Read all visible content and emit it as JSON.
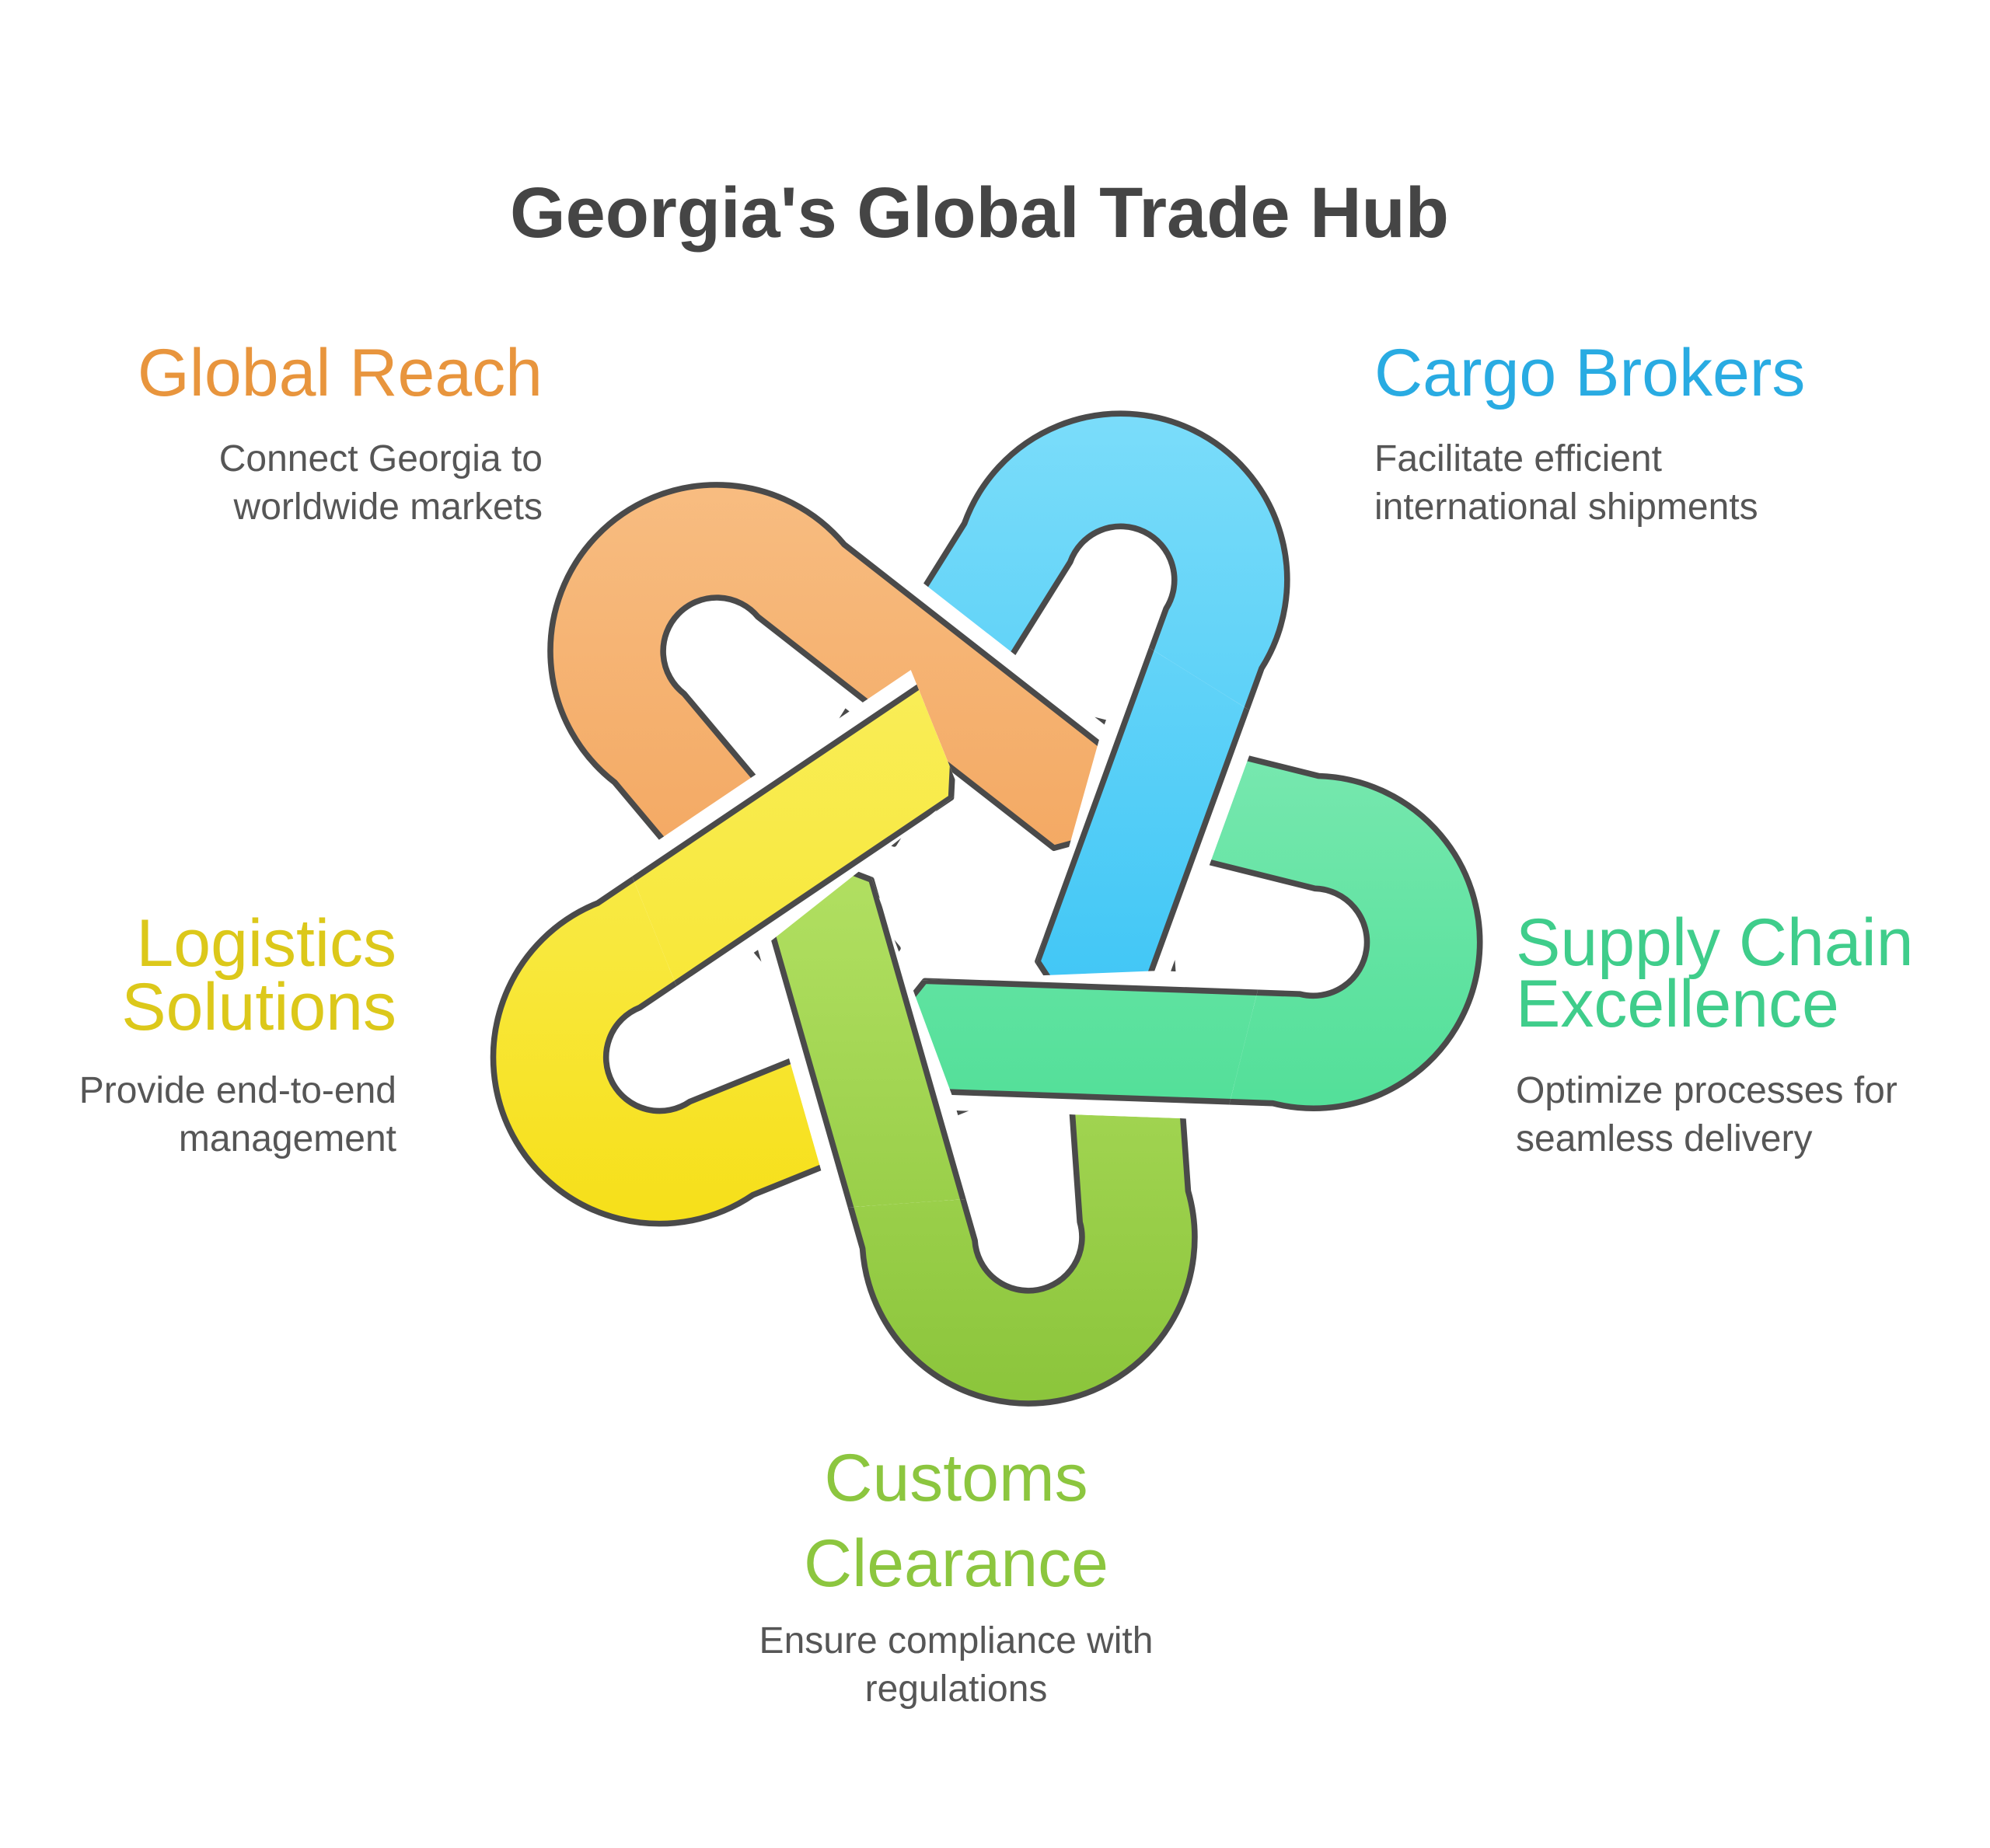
{
  "title": "Georgia's Global Trade Hub",
  "nodes": [
    {
      "id": "global-reach",
      "title_lines": [
        "Global Reach"
      ],
      "body_lines": [
        "Connect Georgia to",
        "worldwide markets"
      ],
      "color": "#E8953D",
      "position": "top-left"
    },
    {
      "id": "cargo-brokers",
      "title_lines": [
        "Cargo Brokers"
      ],
      "body_lines": [
        "Facilitate efficient",
        "international shipments"
      ],
      "color": "#29ABE2",
      "position": "top-right"
    },
    {
      "id": "supply-chain-excellence",
      "title_lines": [
        "Supply Chain",
        "Excellence"
      ],
      "body_lines": [
        "Optimize processes for",
        "seamless delivery"
      ],
      "color": "#3FCD8B",
      "position": "right"
    },
    {
      "id": "customs-clearance",
      "title_lines": [
        "Customs",
        "Clearance"
      ],
      "body_lines": [
        "Ensure compliance with",
        "regulations"
      ],
      "color": "#8CC63F",
      "position": "bottom"
    },
    {
      "id": "logistics-solutions",
      "title_lines": [
        "Logistics",
        "Solutions"
      ],
      "body_lines": [
        "Provide end-to-end",
        "management"
      ],
      "color": "#DCC81A",
      "position": "left"
    }
  ],
  "knot": {
    "outline_color": "#4A4A4A",
    "text_color": "#565656",
    "title_color": "#454545",
    "ribbons": [
      {
        "name": "global-reach",
        "gradient_top": "#F9C289",
        "gradient_bottom": "#ED8B3F"
      },
      {
        "name": "cargo-brokers",
        "gradient_top": "#7EDEFA",
        "gradient_bottom": "#1FB4F2"
      },
      {
        "name": "supply-chain-excellence",
        "gradient_top": "#9FF1C7",
        "gradient_bottom": "#35D987"
      },
      {
        "name": "customs-clearance",
        "gradient_top": "#CDEE83",
        "gradient_bottom": "#8AC43A"
      },
      {
        "name": "logistics-solutions",
        "gradient_top": "#FAF377",
        "gradient_bottom": "#F5D900"
      }
    ]
  }
}
